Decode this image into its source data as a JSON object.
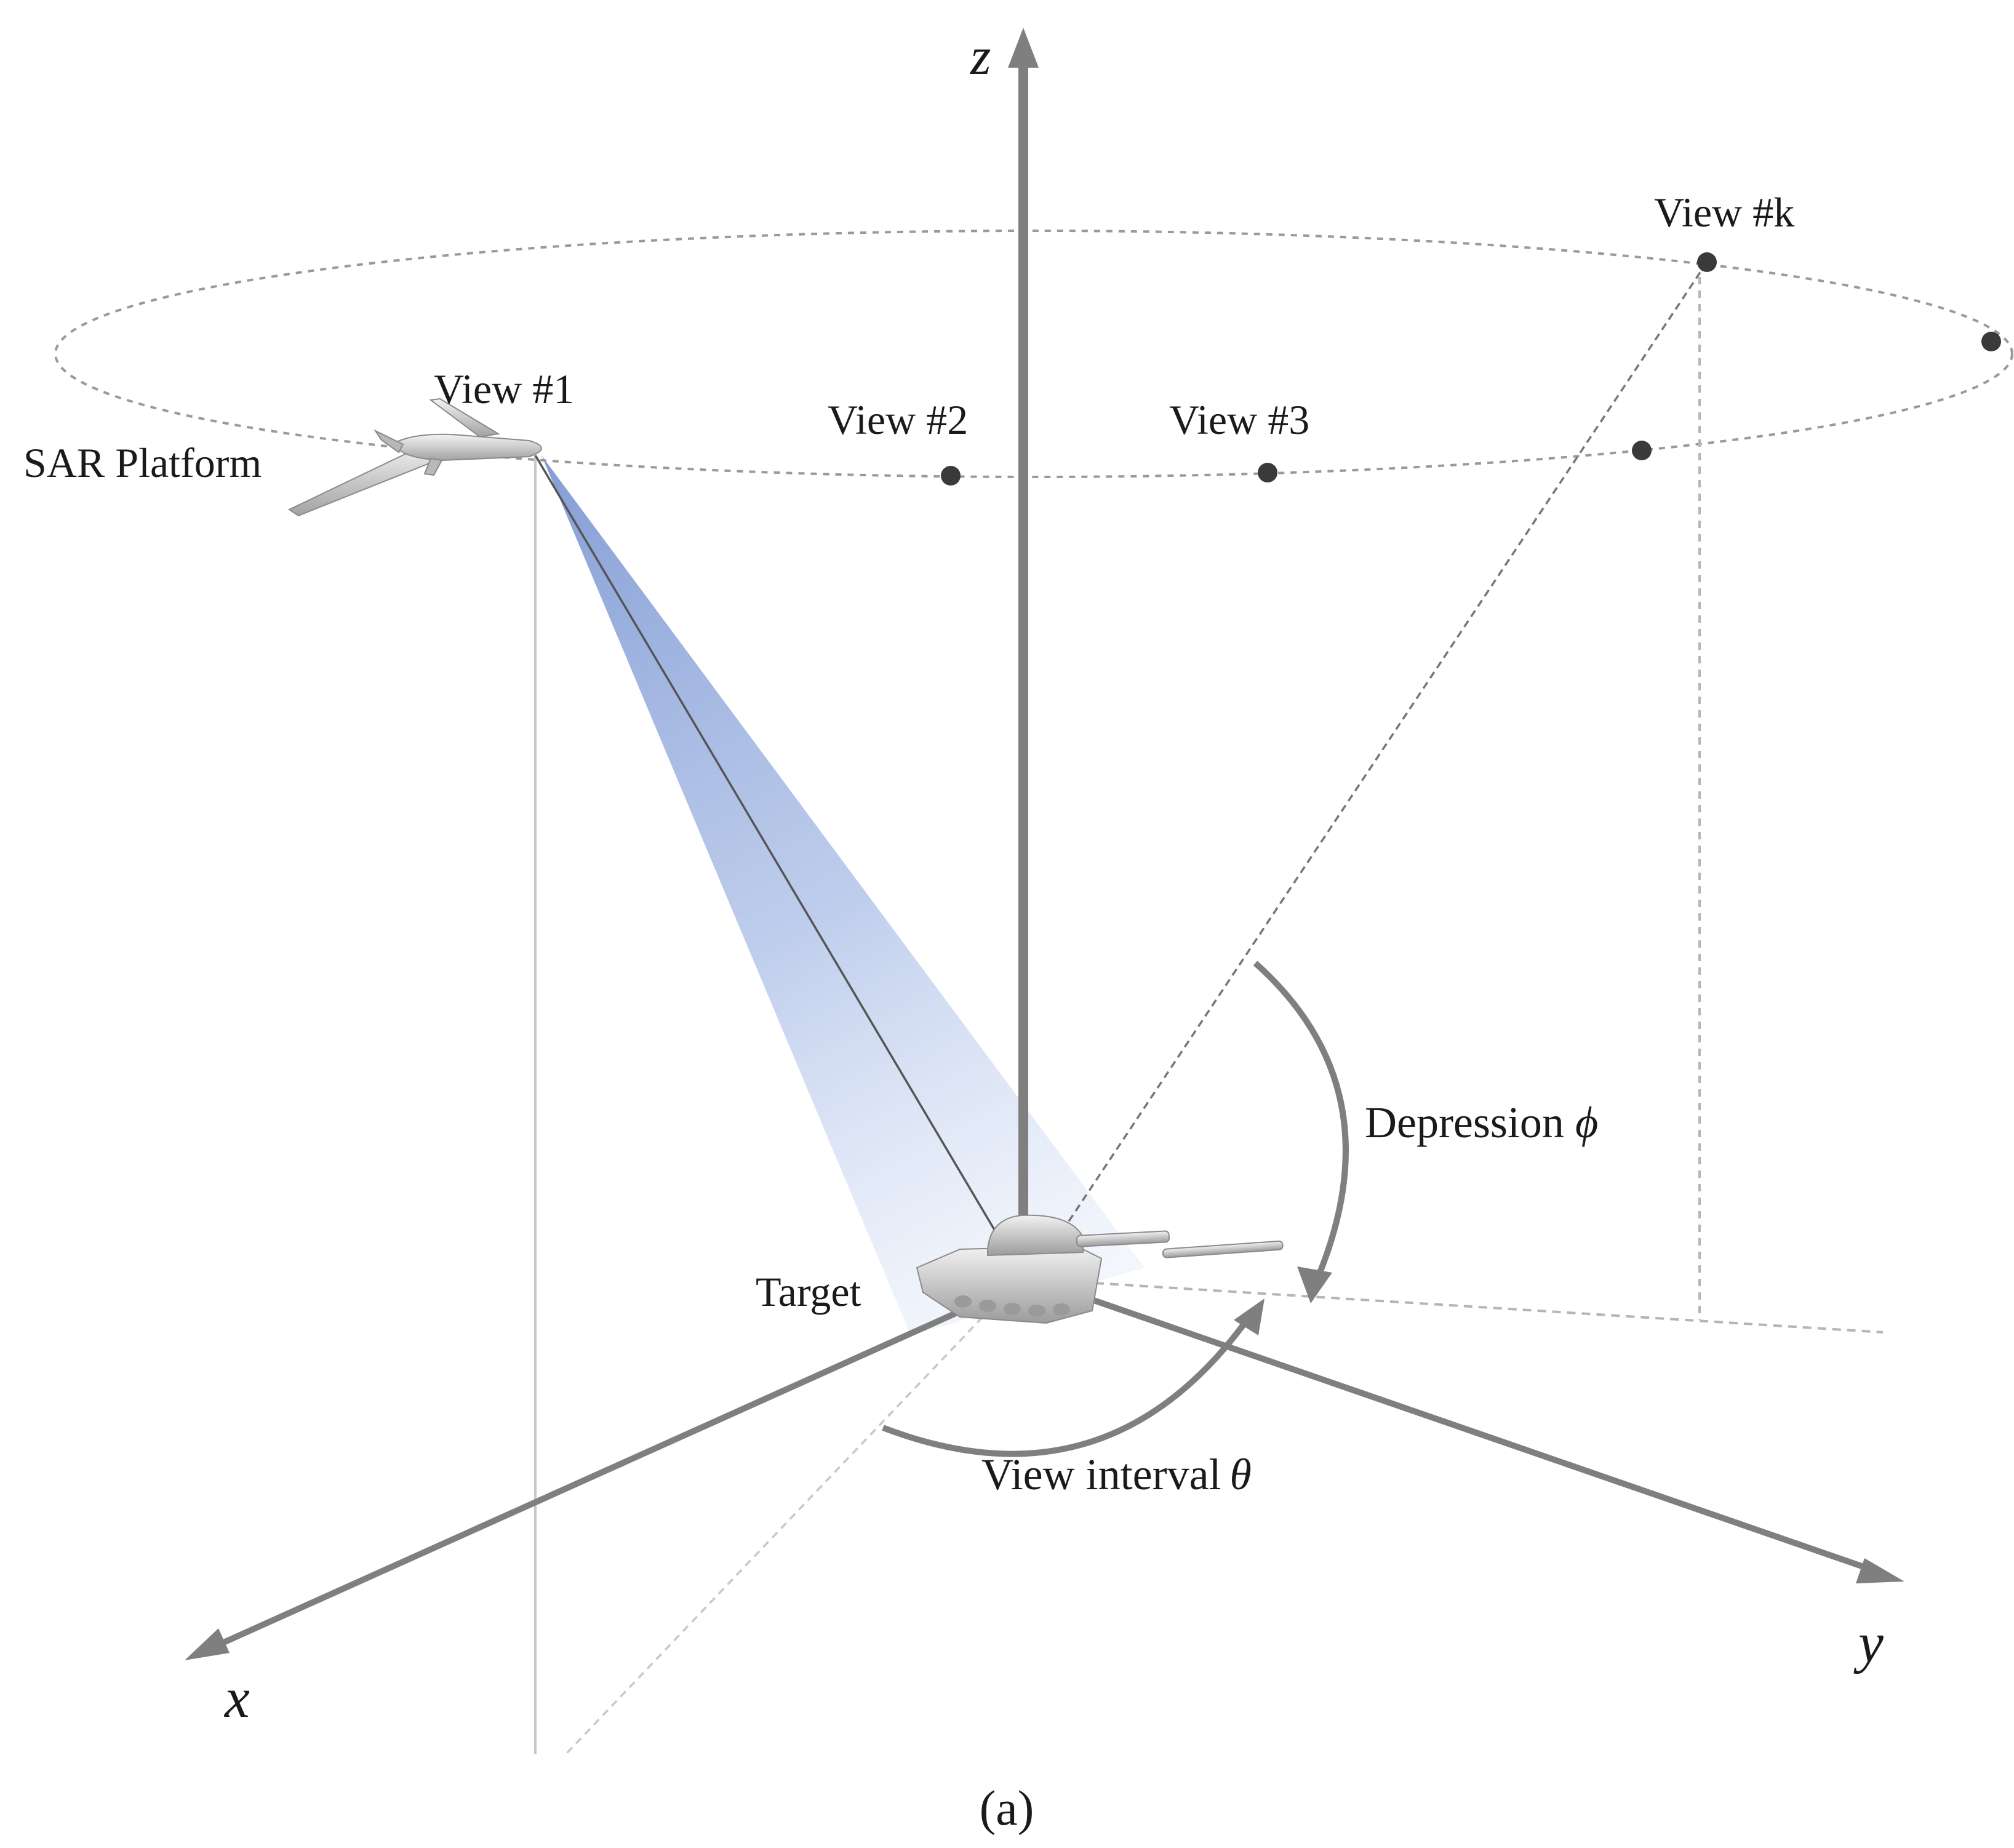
{
  "axes": {
    "x": "x",
    "y": "y",
    "z": "z"
  },
  "labels": {
    "sar_platform": "SAR Platform",
    "target": "Target",
    "view_1": "View #1",
    "view_2": "View #2",
    "view_3": "View #3",
    "view_k": "View #k",
    "depression_text": "Depression",
    "depression_symbol": "ϕ",
    "view_interval_text": "View interval",
    "view_interval_symbol": "θ",
    "caption": "(a)"
  },
  "icons": {
    "platform": "uav-icon",
    "target": "tank-icon"
  },
  "colors": {
    "axis": "#7f7f7f",
    "orbit": "#9a9a9a",
    "beam": "#8fa8d8",
    "view_point": "#3a3a3a",
    "text": "#1a1a1a"
  }
}
